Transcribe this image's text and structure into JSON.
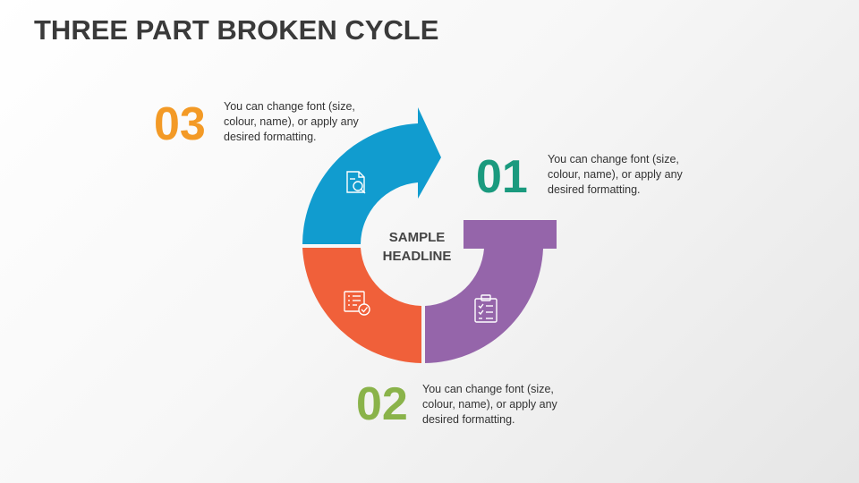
{
  "title": "THREE PART BROKEN CYCLE",
  "center": {
    "line1": "SAMPLE",
    "line2": "HEADLINE"
  },
  "steps": [
    {
      "number": "01",
      "text": "You can change font (size, colour, name), or apply any desired formatting.",
      "color": "#1a9a7e",
      "segment_color": "#9565aa",
      "icon": "clipboard-checklist-icon"
    },
    {
      "number": "02",
      "text": "You can change font (size, colour, name), or apply any desired formatting.",
      "color": "#8ab34a",
      "segment_color": "#f0603a",
      "icon": "checklist-approve-icon"
    },
    {
      "number": "03",
      "text": "You can change font (size, colour, name), or apply any desired formatting.",
      "color": "#f39a26",
      "segment_color": "#119ccf",
      "icon": "document-search-icon"
    }
  ]
}
